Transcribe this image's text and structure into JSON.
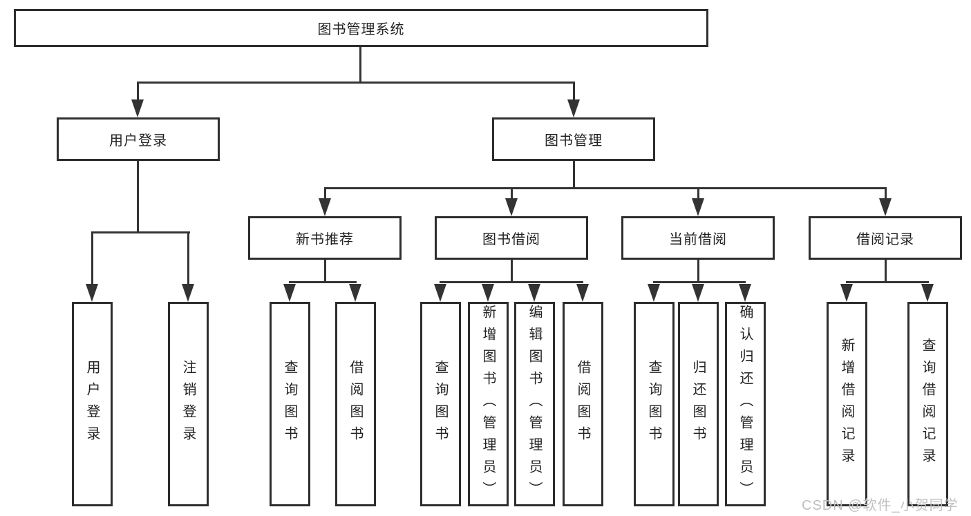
{
  "diagram": {
    "root": {
      "label": "图书管理系统"
    },
    "level2": [
      {
        "label": "用户登录"
      },
      {
        "label": "图书管理"
      }
    ],
    "level3": [
      {
        "label": "新书推荐"
      },
      {
        "label": "图书借阅"
      },
      {
        "label": "当前借阅"
      },
      {
        "label": "借阅记录"
      }
    ],
    "leaves": {
      "userLogin": [
        {
          "label": "用户登录"
        },
        {
          "label": "注销登录"
        }
      ],
      "newBook": [
        {
          "label": "查询图书"
        },
        {
          "label": "借阅图书"
        }
      ],
      "bookBorrow": [
        {
          "label": "查询图书"
        },
        {
          "label": "新增图书（管理员）"
        },
        {
          "label": "编辑图书（管理员）"
        },
        {
          "label": "借阅图书"
        }
      ],
      "currentBorrow": [
        {
          "label": "查询图书"
        },
        {
          "label": "归还图书"
        },
        {
          "label": "确认归还（管理员）"
        }
      ],
      "borrowRecords": [
        {
          "label": "新增借阅记录"
        },
        {
          "label": "查询借阅记录"
        }
      ]
    }
  },
  "watermark": {
    "text": "CSDN @软件_小贺同学"
  },
  "colors": {
    "line": "#333333",
    "box_border": "#2d2d2d",
    "text": "#222222",
    "watermark": "#bfbfbf",
    "background": "#ffffff"
  }
}
